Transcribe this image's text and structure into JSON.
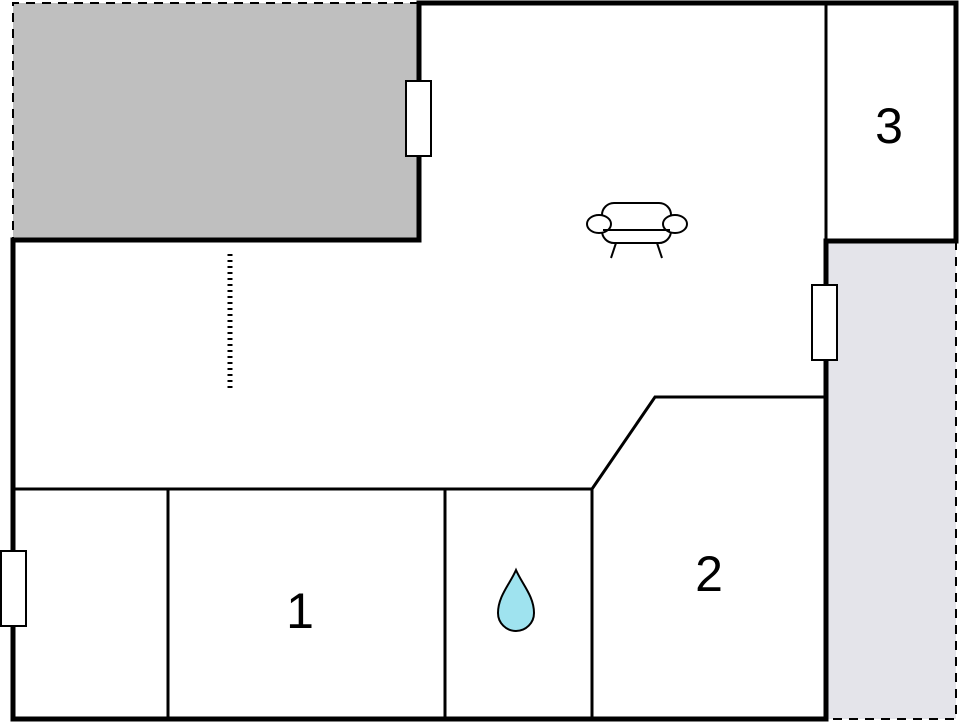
{
  "floorplan": {
    "rooms": [
      {
        "id": "bedroom-1",
        "label": "1"
      },
      {
        "id": "bedroom-2",
        "label": "2"
      },
      {
        "id": "bedroom-3",
        "label": "3"
      }
    ],
    "icons": [
      "sofa-icon",
      "water-drop-icon",
      "stairs-icon"
    ],
    "colors": {
      "wall": "#000000",
      "terrace": "#bfbfbf",
      "balcony": "#e4e4ea",
      "water": "#9fe3ef",
      "background": "#ffffff"
    }
  }
}
